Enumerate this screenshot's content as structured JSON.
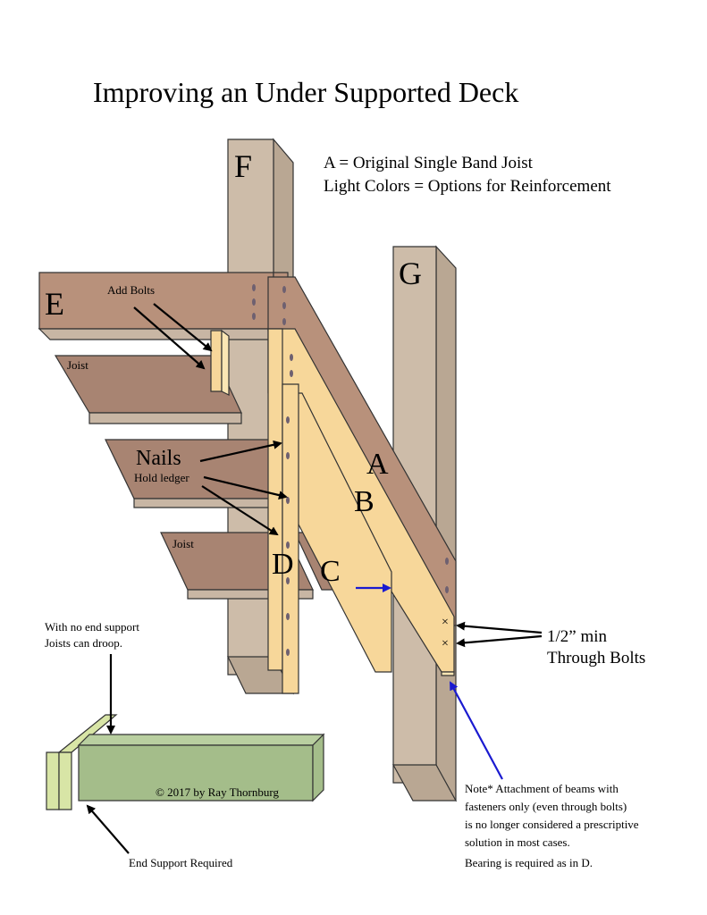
{
  "title": "Improving an Under Supported Deck",
  "legend": {
    "line1": "A = Original Single Band Joist",
    "line2": "Light Colors = Options for Reinforcement"
  },
  "labels": {
    "post_f": "F",
    "post_g": "G",
    "beam_e": "E",
    "band_a": "A",
    "board_b": "B",
    "board_c": "C",
    "board_d": "D",
    "add_bolts": "Add Bolts",
    "joist_1": "Joist",
    "joist_2": "Joist",
    "nails": "Nails",
    "hold_ledger": "Hold ledger",
    "bolts_line1": "1/2” min",
    "bolts_line2": "Through Bolts",
    "droop_line1": "With no end support",
    "droop_line2": "Joists can droop.",
    "end_support": "End Support Required",
    "copyright": "© 2017 by Ray Thornburg"
  },
  "note": {
    "line1": "Note*  Attachment of beams with",
    "line2": "fasteners only (even through bolts)",
    "line3": "is no longer considered a prescriptive",
    "line4": "solution in most cases.",
    "line5": "Bearing is required as in D."
  },
  "colors": {
    "original_wood": "#b8917b",
    "reinforcement": "#f7d79a",
    "end_support": "#a4bd8a",
    "arrow_blue": "#1a1ad0"
  }
}
